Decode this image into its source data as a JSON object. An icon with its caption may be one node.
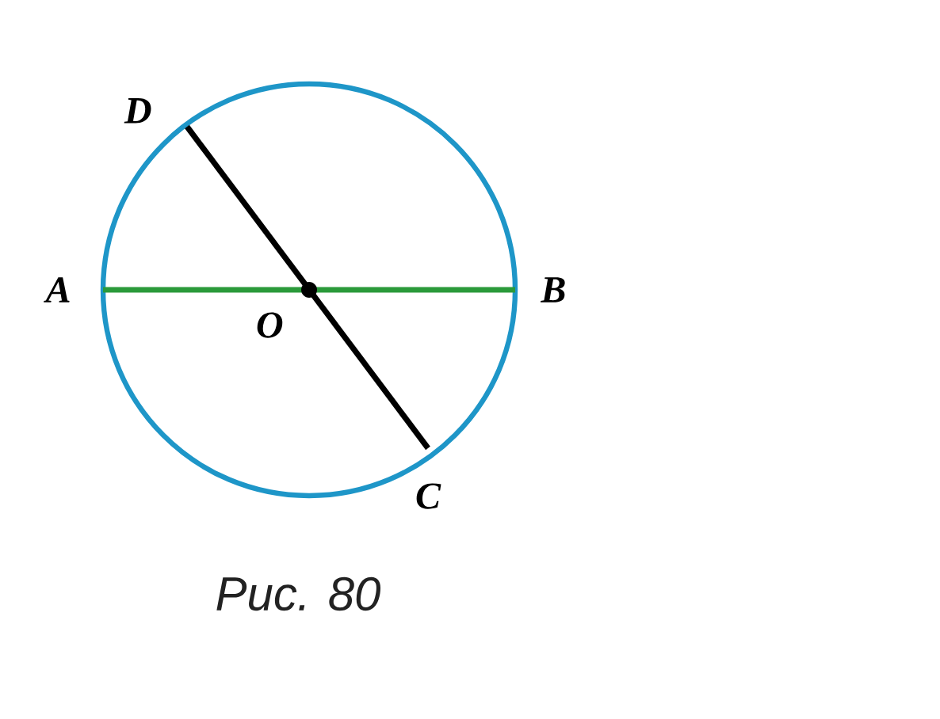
{
  "diagram": {
    "caption": "Рис. 80",
    "nodes": [
      {
        "text": [
          "A"
        ]
      },
      {
        "text": [
          "B"
        ]
      },
      {
        "text": [
          "C"
        ]
      },
      {
        "text": [
          "D"
        ]
      },
      {
        "text": [
          "O"
        ]
      }
    ],
    "edges": [
      {
        "from": 0,
        "to": 1,
        "arrow": "none",
        "color": "#2a9a3a"
      },
      {
        "from": 3,
        "to": 2,
        "arrow": "none",
        "color": "#000000"
      }
    ]
  }
}
